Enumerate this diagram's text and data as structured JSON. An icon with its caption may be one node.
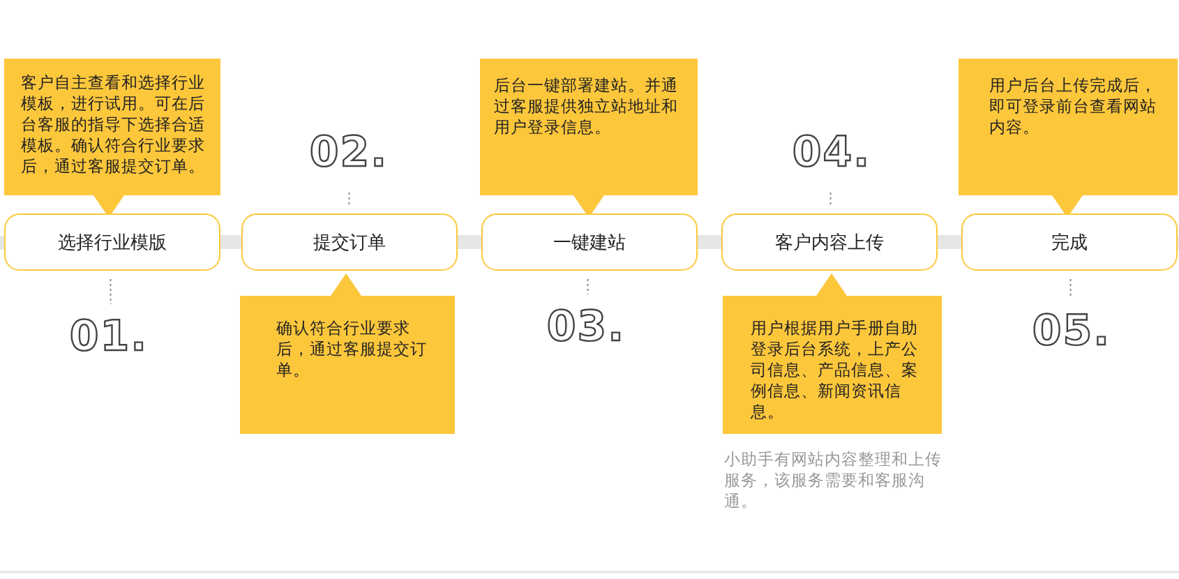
{
  "diagram": {
    "nodes": [
      {
        "text": [
          "客户自主查看和选择行业模板，进行试用。可在后台客服的指导下选择合适模板。确认符合行业要求后，通过客服提交订单。"
        ]
      },
      {
        "text": [
          "后台一键部署建站。并通过客服提供独立站地址和用户登录信息。"
        ]
      },
      {
        "text": [
          "用户后台上传完成后，即可登录前台查看网站内容。"
        ]
      },
      {
        "text": [
          "02."
        ]
      },
      {
        "text": [
          "04."
        ]
      },
      {
        "text": [
          "选择行业模版"
        ]
      },
      {
        "text": [
          "提交订单"
        ]
      },
      {
        "text": [
          "一键建站"
        ]
      },
      {
        "text": [
          "客户内容上传"
        ]
      },
      {
        "text": [
          "完成"
        ]
      },
      {
        "text": [
          "01."
        ]
      },
      {
        "text": [
          "03."
        ]
      },
      {
        "text": [
          "05."
        ]
      },
      {
        "text": [
          "确认符合行业要求后，通过客服提交订单。"
        ]
      },
      {
        "text": [
          "用户根据用户手册自助登录后台系统，上产公司信息、产品信息、案例信息、新闻资讯信息。"
        ]
      }
    ],
    "edges": [
      {
        "from": 5,
        "to": 6,
        "arrow": "none",
        "style": "thick",
        "color": "#e6e6e6"
      },
      {
        "from": 6,
        "to": 7,
        "arrow": "none",
        "style": "thick",
        "color": "#e6e6e6"
      },
      {
        "from": 7,
        "to": 8,
        "arrow": "none",
        "style": "thick",
        "color": "#e6e6e6"
      },
      {
        "from": 8,
        "to": 9,
        "arrow": "none",
        "style": "thick",
        "color": "#e6e6e6"
      },
      {
        "from": 3,
        "to": 6,
        "arrow": "none",
        "style": "dashed"
      },
      {
        "from": 4,
        "to": 8,
        "arrow": "none",
        "style": "dashed"
      },
      {
        "from": 5,
        "to": 10,
        "arrow": "none",
        "style": "dashed"
      },
      {
        "from": 7,
        "to": 11,
        "arrow": "none",
        "style": "dashed"
      },
      {
        "from": 9,
        "to": 12,
        "arrow": "none",
        "style": "dashed"
      }
    ],
    "labels": [
      "小助手有网站内容整理和上传服务，该服务需要和客服沟通。"
    ]
  }
}
